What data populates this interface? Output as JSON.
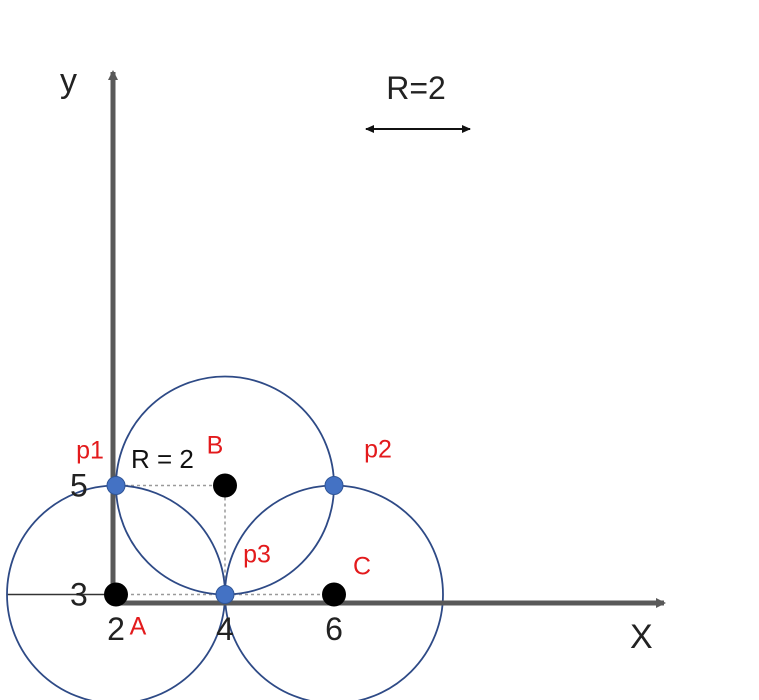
{
  "axes": {
    "x_label": "X",
    "y_label": "y",
    "x_ticks": [
      {
        "label": "2",
        "value": 2
      },
      {
        "label": "4",
        "value": 4
      },
      {
        "label": "6",
        "value": 6
      }
    ],
    "y_ticks": [
      {
        "label": "3",
        "value": 3
      },
      {
        "label": "5",
        "value": 5
      }
    ]
  },
  "scale_indicator": {
    "label": "R=2"
  },
  "radius": {
    "value": 2,
    "label": "R = 2"
  },
  "circles": [
    {
      "center": "A",
      "cx": 2,
      "cy": 3,
      "r": 2
    },
    {
      "center": "B",
      "cx": 4,
      "cy": 5,
      "r": 2
    },
    {
      "center": "C",
      "cx": 6,
      "cy": 3,
      "r": 2
    }
  ],
  "centers": [
    {
      "name": "A",
      "x": 2,
      "y": 3
    },
    {
      "name": "B",
      "x": 4,
      "y": 5
    },
    {
      "name": "C",
      "x": 6,
      "y": 3
    }
  ],
  "intersections": [
    {
      "name": "p1",
      "x": 2,
      "y": 5
    },
    {
      "name": "p2",
      "x": 6,
      "y": 5
    },
    {
      "name": "p3",
      "x": 4,
      "y": 3
    }
  ],
  "colors": {
    "axis": "#595959",
    "circle": "#2e4a86",
    "center_point": "#000000",
    "intersection_point": "#4472c4",
    "label_red": "#e31a1c",
    "guide_line": "#9a9a9a"
  }
}
